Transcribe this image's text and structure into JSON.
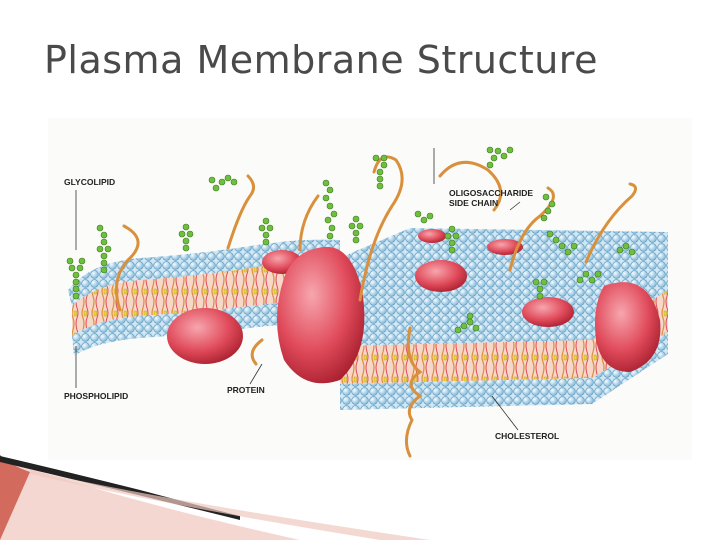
{
  "slide": {
    "title": "Plasma Membrane Structure"
  },
  "diagram": {
    "labels": {
      "glycolipid": "GLYCOLIPID",
      "oligosaccharide_line1": "OLIGOSACCHARIDE",
      "oligosaccharide_line2": "SIDE CHAIN",
      "phospholipid": "PHOSPHOLIPID",
      "protein": "PROTEIN",
      "cholesterol": "CHOLESTEROL"
    },
    "colors": {
      "head_blue": "#a8d3ec",
      "protein_red": "#e04a5a",
      "sugar_green": "#6fbf3f",
      "tail_orange": "#d9903c",
      "cholesterol_yellow": "#f1d23a",
      "accent_red": "#c0392b"
    }
  }
}
